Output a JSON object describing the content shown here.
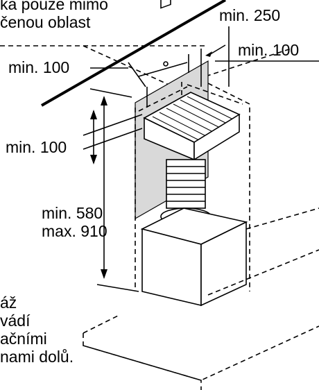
{
  "texts": {
    "top_line_1": "ka pouze mimo",
    "top_line_2": "čenou oblast",
    "min_250": "min. 250",
    "min_100_right": "min. 100",
    "min_100_top_left": "min. 100",
    "min_100_left": "min. 100",
    "min_580": "min. 580",
    "max_910": "max. 910",
    "bottom_line_1": "áž",
    "bottom_line_2": "vádí",
    "bottom_line_3": "ačními",
    "bottom_line_4": "nami dolů."
  },
  "colors": {
    "panel": "#d9d9d9",
    "stroke": "#000000"
  }
}
